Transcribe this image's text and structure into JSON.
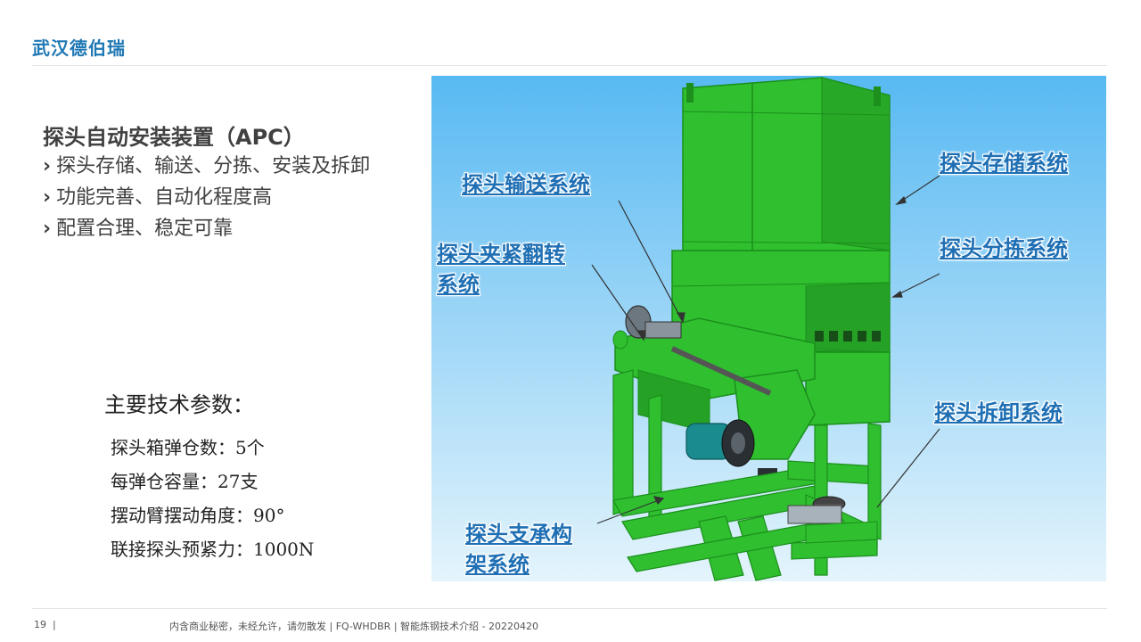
{
  "header": {
    "brand": "武汉德伯瑞"
  },
  "slide": {
    "heading": "探头自动安装装置（APC）",
    "bullets": [
      {
        "marker": "›",
        "text": "探头存储、输送、分拣、安装及拆卸"
      },
      {
        "marker": "›",
        "text": "功能完善、自动化程度高"
      },
      {
        "marker": "›",
        "text": "配置合理、稳定可靠"
      }
    ],
    "params_title": "主要技术参数：",
    "params": [
      "探头箱弹仓数：5个",
      "每弹仓容量：27支",
      "摆动臂摆动角度：90°",
      "联接探头预紧力：1000N"
    ]
  },
  "figure": {
    "labels": {
      "storage": "探头存储系统",
      "conveying": "探头输送系统",
      "clamp_line1": "探头夹紧翻转",
      "clamp_line2": "系统",
      "sorting": "探头分拣系统",
      "removal": "探头拆卸系统",
      "frame_line1": "探头支承构",
      "frame_line2": "架系统"
    },
    "colors": {
      "sky_top": "#58b9f2",
      "sky_bottom": "#e4f4fc",
      "machine_green": "#2fbf2f",
      "machine_dark": "#1c8f1c",
      "label_blue": "#1f6fb4"
    }
  },
  "footer": {
    "page": "19",
    "separator": "|",
    "text": "内含商业秘密，未经允许，请勿散发 | FQ-WHDBR | 智能炼钢技术介绍 - 20220420"
  }
}
